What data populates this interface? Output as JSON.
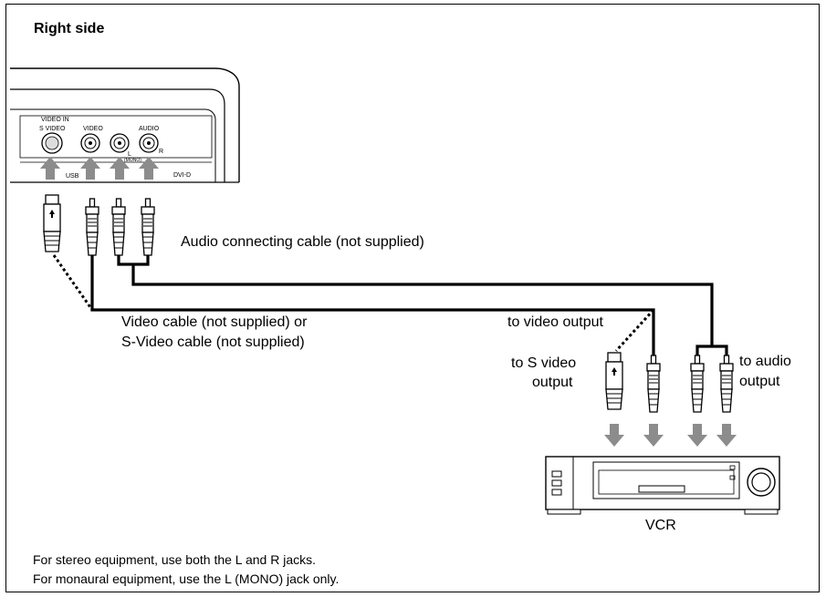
{
  "heading": "Right side",
  "panel_labels": {
    "video_in": "VIDEO IN",
    "s_video": "S VIDEO",
    "video": "VIDEO",
    "audio": "AUDIO",
    "l": "L",
    "r": "R",
    "mono": "(MONO)",
    "dvi_d": "DVI-D",
    "usb": "USB"
  },
  "labels": {
    "audio_cable": "Audio connecting cable (not supplied)",
    "video_cable_line1": "Video cable (not supplied) or",
    "video_cable_line2": "S-Video cable (not supplied)",
    "to_video_output": "to video output",
    "to_s_video_line1": "to S video",
    "to_s_video_line2": "output",
    "to_audio_line1": "to audio",
    "to_audio_line2": "output",
    "vcr": "VCR"
  },
  "notes": [
    "For stereo equipment, use both the L and R jacks.",
    "For monaural equipment, use the L (MONO) jack only."
  ],
  "colors": {
    "arrow": "#8c8c8c",
    "line": "#000000"
  },
  "icons": {
    "arrow": "up-down-arrow-icon",
    "plug": "rca-plug-icon"
  }
}
